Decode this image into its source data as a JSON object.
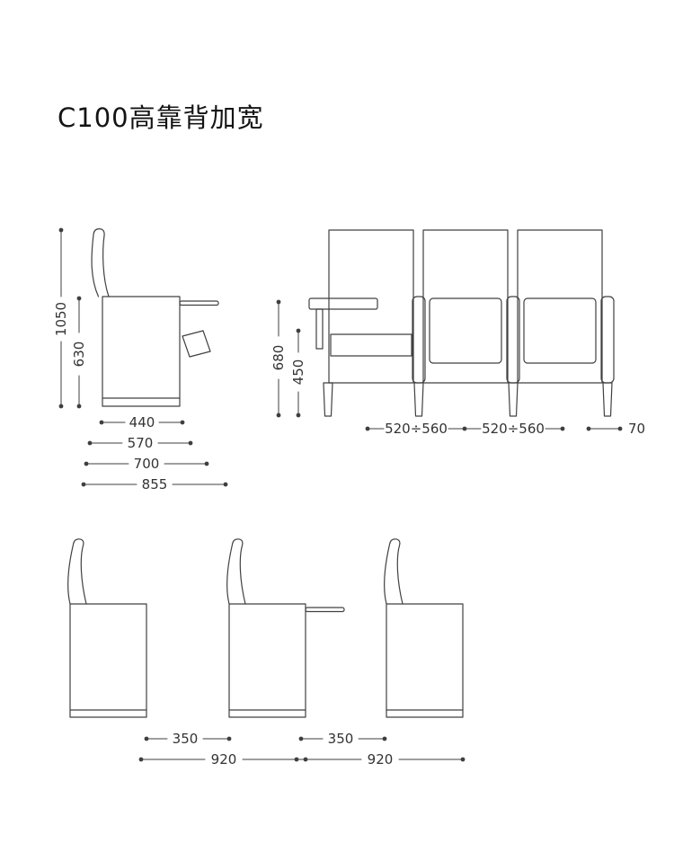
{
  "title": "C100高靠背加宽",
  "views": {
    "side": {
      "total_height": "1050",
      "back_height": "630",
      "widths": [
        "440",
        "570",
        "700",
        "855"
      ]
    },
    "front": {
      "armrest_height": "680",
      "seat_height": "450",
      "seat_width_left": "520÷560",
      "seat_width_right": "520÷560",
      "end_panel_width": "70"
    },
    "row": {
      "gap_left": "350",
      "spacing_left": "920",
      "gap_right": "350",
      "spacing_right": "920"
    }
  }
}
